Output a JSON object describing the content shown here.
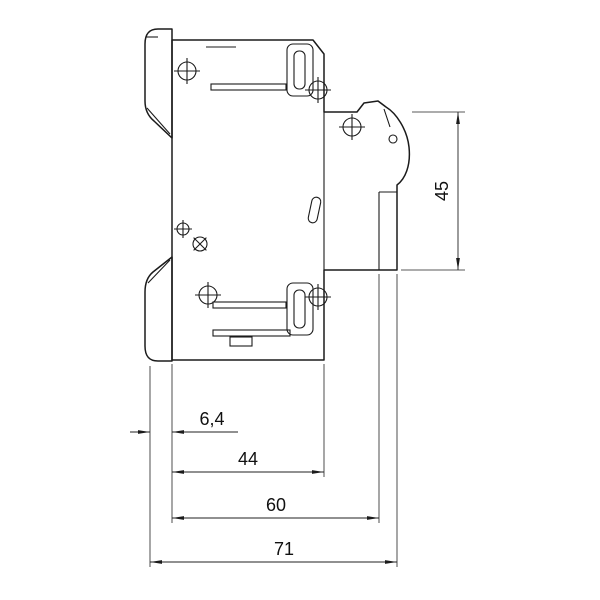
{
  "dimensions": {
    "front_offset": "6,4",
    "body_depth": "44",
    "mounting_depth": "60",
    "total_depth": "71",
    "rear_height": "45"
  }
}
